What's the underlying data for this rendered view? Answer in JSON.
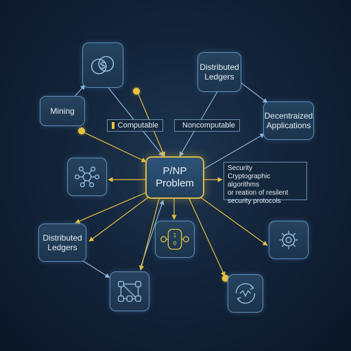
{
  "center": {
    "line1": "P/NP",
    "line2": "Problem"
  },
  "nodes": {
    "mining": "Mining",
    "distributed_ledgers_top": {
      "line1": "Distributed",
      "line2": "Ledgers"
    },
    "decentralized_apps": {
      "line1": "Decentraized",
      "line2": "Applications"
    },
    "distributed_ledgers_left": {
      "line1": "Distributed",
      "line2": "Ledgers"
    }
  },
  "legend": {
    "computable": "Computable",
    "noncomputable": "Noncomputable"
  },
  "security_note": {
    "line1": "Security",
    "line2": "Cryptographic algorithms",
    "line3": "or reation of resilent",
    "line4": "security protocols"
  },
  "icons": {
    "top_left": "bitcoin-icon",
    "left_mid": "network-graph-icon",
    "center_bottom": "binary-chain-icon",
    "bottom_left": "block-network-icon",
    "right_mid": "gear-icon",
    "bottom_right": "gear-cycle-icon"
  },
  "colors": {
    "accent": "#e9c23e",
    "edge": "#8eb6dc",
    "node_border": "#5f8fba",
    "background": "#13243a"
  }
}
